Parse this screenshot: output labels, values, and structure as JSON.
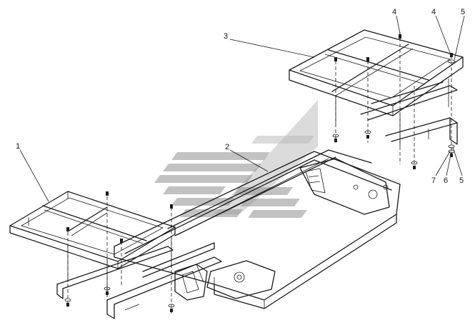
{
  "callouts": {
    "c1": "1",
    "c2": "2",
    "c3": "3",
    "c4a": "4",
    "c4b": "4",
    "c5a": "5",
    "c5b": "5",
    "c6": "6",
    "c7": "7"
  },
  "colors": {
    "line": "#1a1a1a",
    "background": "#ffffff",
    "watermark": "#8f8f8f"
  },
  "icons": {
    "watermark": "stylized-logo-watermark"
  }
}
